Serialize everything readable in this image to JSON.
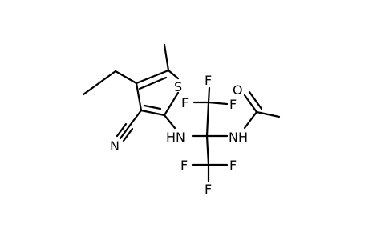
{
  "molecule": {
    "atom_labels": {
      "sulfur": "S",
      "nitrile_nitrogen": "N",
      "nh_left": "HN",
      "nh_right": "NH",
      "carbonyl_oxygen": "O",
      "f_top_left": "F",
      "f_top_mid": "F",
      "f_top_right": "F",
      "f_bottom_left": "F",
      "f_bottom_mid": "F",
      "f_bottom_right": "F"
    }
  },
  "colors": {
    "bond": "#000000",
    "background": "#ffffff"
  }
}
